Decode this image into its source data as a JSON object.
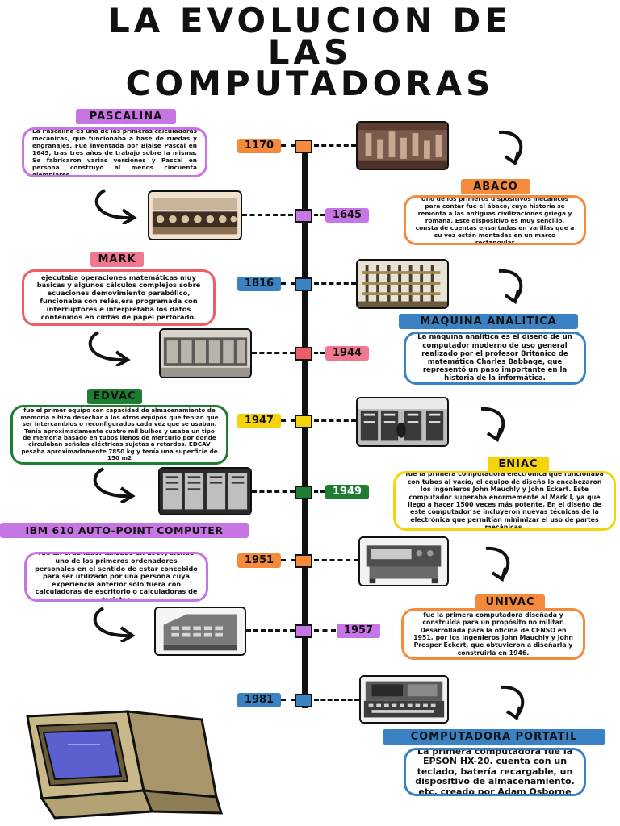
{
  "title": [
    "LA EVOLUCION DE",
    "LAS",
    "COMPUTADORAS"
  ],
  "colors": {
    "purple": "#c774e4",
    "orange": "#f48a3c",
    "blue": "#3a82c4",
    "red": "#ee5c66",
    "yellow": "#f5d40c",
    "green": "#1e7d32",
    "pink": "#f07890"
  },
  "years": {
    "y1170": "1170",
    "y1645": "1645",
    "y1816": "1816",
    "y1944": "1944",
    "y1947": "1947",
    "y1949": "1949",
    "y1951": "1951",
    "y1957": "1957",
    "y1981": "1981"
  },
  "sections": {
    "pascalina": {
      "title": "PASCALINA",
      "text": "La Pascalina es una de las primeras calculadoras mecánicas, que funcionaba a base de ruedas y engranajes. Fue inventada por Blaise Pascal en 1645, tras tres años de trabajo sobre la misma. Se fabricaron varias versiones y Pascal en persona construyó al menos cincuenta ejemplares."
    },
    "abaco": {
      "title": "ABACO",
      "text": "Uno de los primeros dispositivos mecánicos para contar fue el ábaco, cuya historia se remonta a las antiguas civilizaciones griega y romana. Este dispositivo es muy sencillo, consta de cuentas ensartadas en varillas que a su vez están montadas en un marco rectangular"
    },
    "mark": {
      "title": "MARK",
      "text": "ejecutaba operaciones matemáticas muy básicas y algunos cálculos complejos sobre ecuaciones demovimiento parabólico, funcionaba con relés,era programada con interruptores e interpretaba los datos contenidos en cintas de papel perforado."
    },
    "maquina": {
      "title": "MAQUINA ANALITICA",
      "text": "La máquina analítica es el diseño de un computador moderno de uso general realizado por el profesor Británico de matemática Charles Babbage, que representó un paso importante en la historia de la informática."
    },
    "edvac": {
      "title": "EDVAC",
      "text": "fue el primer equipo con capacidad de almacenamiento de memoria e hizo desechar a los otros equipos que tenían que ser intercambios o reconfigurados cada vez que se usaban. Tenía aproximadamente cuatro mil bulbos y usaba un tipo de memoria basado en tubos llenos de mercurio por donde circulaban señales eléctricas sujetas a retardos. EDCAV pesaba aproximadamente 7850 kg y tenía una superficie de 150 m2"
    },
    "eniac": {
      "title": "ENIAC",
      "text": "fue la primera computadora electrónica que funcionaba con tubos al vacío, el equipo de diseño lo encabezaron los ingenieros John Mauchly y John Eckert. Este computador superaba enormemente al Mark I, ya que llego a hacer 1500 veces más potente. En el diseño de este computador se incluyeron nuevas técnicas de la electrónica que permitían minimizar el uso de partes mecánicas."
    },
    "ibm": {
      "title": "IBM 610 AUTO-POINT COMPUTER",
      "text": "fue un ordenador lanzado en 1957, siendo uno de los primeros ordenadores personales en el sentido de estar concebido para ser utilizado por una persona cuya experiencia anterior solo fuera con calculadoras de escritorio o calculadoras de tarjetas"
    },
    "univac": {
      "title": "UNIVAC",
      "text": "fue la primera computadora diseñada y construida para un propósito no militar. Desarrollada para la oficina de CENSO en 1951, por los ingenieros John Mauchly y John Presper Eckert, que obtuvieron a diseñarla y construirla en 1946."
    },
    "portatil": {
      "title": "COMPUTADORA PORTATIL",
      "text": "La primera computadora fue la EPSON HX-20. cuenta con un teclado, batería recargable, un dispositivo de almacenamiento. etc. creado por Adam Osborne"
    }
  },
  "icons": [
    "pascalina-photo-icon",
    "abaco-photo-icon",
    "mark-photo-icon",
    "maquina-analitica-photo-icon",
    "edvac-photo-icon",
    "eniac-photo-icon",
    "ibm-photo-icon",
    "univac-photo-icon",
    "portatil-photo-icon",
    "retro-computer-icon",
    "curved-arrow-icon"
  ]
}
